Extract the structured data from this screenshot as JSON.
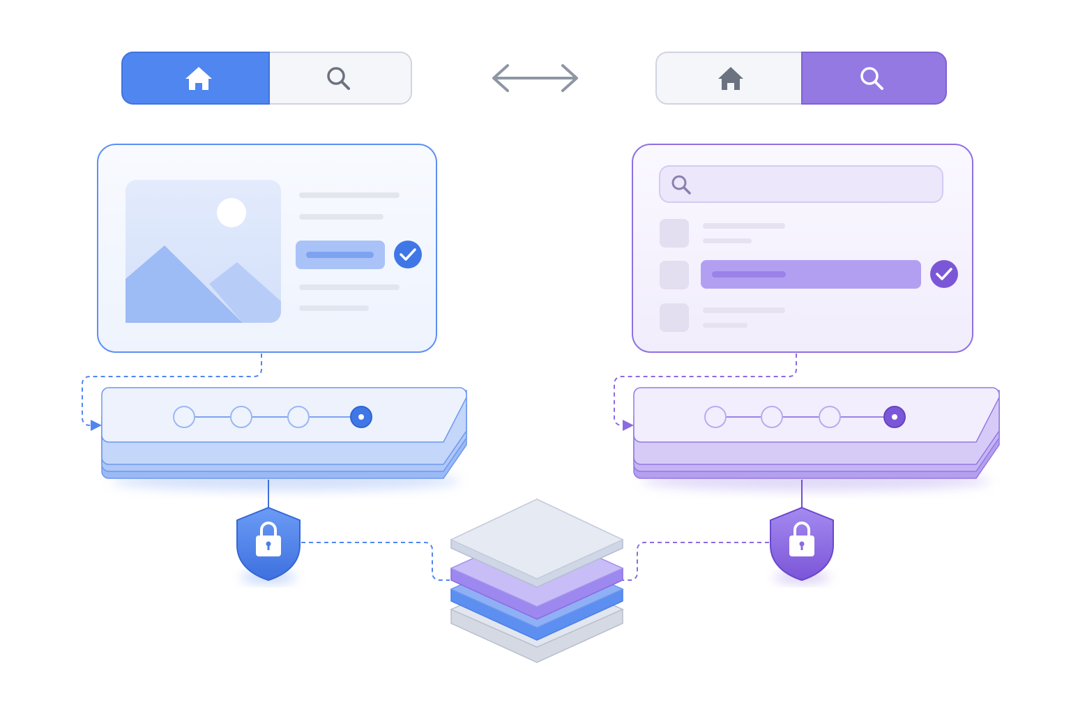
{
  "colors": {
    "blue": "#4f86f0",
    "blue_light": "#dfe8fb",
    "purple": "#8a6be0",
    "purple_light": "#ece6fa",
    "gray_icon": "#6b7280",
    "stack_gray": "#e4e8f0"
  },
  "left_panel": {
    "tabs": [
      {
        "icon": "home-icon",
        "active": true
      },
      {
        "icon": "search-icon",
        "active": false
      }
    ],
    "card": {
      "image": "image-placeholder-icon",
      "selected_row": "checkmark-icon"
    },
    "stepper": {
      "steps": 4,
      "current_step": 4
    },
    "security": "lock-shield-icon"
  },
  "right_panel": {
    "tabs": [
      {
        "icon": "home-icon",
        "active": false
      },
      {
        "icon": "search-icon",
        "active": true
      }
    ],
    "card": {
      "search_field": "search-icon",
      "list_items": 3,
      "selected_item": 2
    },
    "stepper": {
      "steps": 4,
      "current_step": 4
    },
    "security": "lock-shield-icon"
  },
  "center": {
    "connector": "double-arrow-icon",
    "data_store": "layer-stack-icon"
  }
}
